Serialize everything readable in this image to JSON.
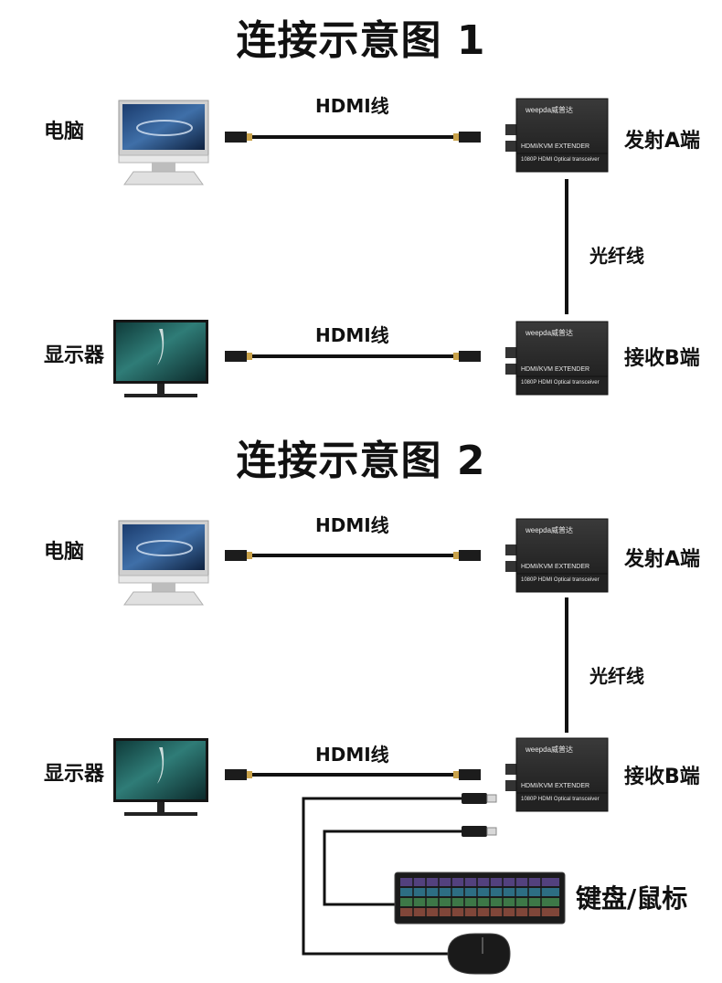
{
  "diagrams": [
    {
      "title": "连接示意图 1",
      "pc_label": "电脑",
      "monitor_label": "显示器",
      "hdmi_label_top": "HDMI线",
      "hdmi_label_bottom": "HDMI线",
      "fiber_label": "光纤线",
      "transmitter_label": "发射A端",
      "receiver_label": "接收B端"
    },
    {
      "title": "连接示意图 2",
      "pc_label": "电脑",
      "monitor_label": "显示器",
      "hdmi_label_top": "HDMI线",
      "hdmi_label_bottom": "HDMI线",
      "fiber_label": "光纤线",
      "transmitter_label": "发射A端",
      "receiver_label": "接收B端",
      "peripherals_label": "键盘/鼠标"
    }
  ],
  "device": {
    "brand": "weepda威普达",
    "model": "HDMI/KVM EXTENDER",
    "desc": "1080P HDMI Optical transceiver"
  },
  "colors": {
    "cable": "#111111",
    "box": "#2a2a2a",
    "connector": "#c9a24a"
  }
}
